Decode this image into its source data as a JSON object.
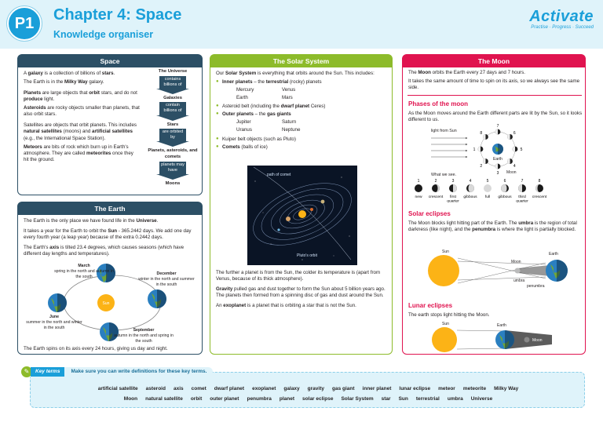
{
  "header": {
    "badge": "P1",
    "title": "Chapter 4: Space",
    "subtitle": "Knowledge organiser",
    "brand": "Activate",
    "brand_tagline": "Practise · Progress · Succeed"
  },
  "space": {
    "title": "Space",
    "paragraphs": [
      {
        "parts": [
          [
            "A ",
            false
          ],
          [
            "galaxy",
            true
          ],
          [
            " is a collection of billions of ",
            false
          ],
          [
            "stars",
            true
          ],
          [
            ".",
            false
          ]
        ]
      },
      {
        "parts": [
          [
            "The Earth is in the ",
            false
          ],
          [
            "Milky Way",
            true
          ],
          [
            " galaxy.",
            false
          ]
        ]
      },
      {
        "parts": [
          [
            "Planets",
            true
          ],
          [
            " are large objects that ",
            false
          ],
          [
            "orbit",
            true
          ],
          [
            " stars, and do not ",
            false
          ],
          [
            "produce",
            true
          ],
          [
            " light.",
            false
          ]
        ]
      },
      {
        "parts": [
          [
            "Asteroids",
            true
          ],
          [
            " are rocky objects smaller than planets, that also orbit stars.",
            false
          ]
        ]
      },
      {
        "parts": [
          [
            "Satellites are objects that orbit planets. This includes ",
            false
          ],
          [
            "natural satellites",
            true
          ],
          [
            " (moons) and ",
            false
          ],
          [
            "artificial satellites",
            true
          ],
          [
            " (e.g., the International Space Station).",
            false
          ]
        ]
      },
      {
        "parts": [
          [
            "Meteors",
            true
          ],
          [
            " are bits of rock which burn up in Earth's atmosphere. They are called ",
            false
          ],
          [
            "meteorites",
            true
          ],
          [
            " once they hit the ground.",
            false
          ]
        ]
      }
    ],
    "flow": {
      "levels": [
        "The Universe",
        "Galaxies",
        "Stars",
        "Planets, asteroids, and comets",
        "Moons"
      ],
      "arrows": [
        "contains billions of",
        "contain billions of",
        "are orbited by",
        "planets may have"
      ]
    }
  },
  "earth": {
    "title": "The Earth",
    "p1": [
      [
        "The Earth is the only place we have found life in the ",
        false
      ],
      [
        "Universe",
        true
      ],
      [
        ".",
        false
      ]
    ],
    "p2": [
      [
        "It takes a year for the Earth to orbit the ",
        false
      ],
      [
        "Sun",
        true
      ],
      [
        " - 365.2442 days. We add one day every fourth year (a leap year) because of the extra 0.2442 days.",
        false
      ]
    ],
    "p3": [
      [
        "The Earth's ",
        false
      ],
      [
        "axis",
        true
      ],
      [
        " is tilted 23.4 degrees, which causes seasons (which have different day lengths and temperatures).",
        false
      ]
    ],
    "diagram": {
      "sun": "Sun",
      "march_title": "March",
      "march_text": "spring in the north and autumn in the south",
      "december_title": "December",
      "december_text": "winter in the north and summer in the south",
      "june_title": "June",
      "june_text": "summer in the north and winter in the south",
      "september_title": "September",
      "september_text": "autumn in the north and spring in the south"
    },
    "footer": "The Earth spins on its axis every 24 hours, giving us day and night."
  },
  "solar": {
    "title": "The Solar System",
    "intro": [
      [
        "Our ",
        false
      ],
      [
        "Solar System",
        true
      ],
      [
        " is everything that orbits around the Sun. This includes:",
        false
      ]
    ],
    "inner_label": [
      [
        "Inner planets",
        true
      ],
      [
        " – the ",
        false
      ],
      [
        "terrestrial",
        true
      ],
      [
        " (rocky) planets",
        false
      ]
    ],
    "inner_planets": [
      "Mercury",
      "Venus",
      "Earth",
      "Mars"
    ],
    "asteroid": [
      [
        "Asteroid belt (including the ",
        false
      ],
      [
        "dwarf planet",
        true
      ],
      [
        " Ceres)",
        false
      ]
    ],
    "outer_label": [
      [
        "Outer planets",
        true
      ],
      [
        " – the ",
        false
      ],
      [
        "gas giants",
        true
      ]
    ],
    "outer_planets": [
      "Jupiter",
      "Saturn",
      "Uranus",
      "Neptune"
    ],
    "kuiper": [
      [
        "Kuiper belt objects (such as Pluto)",
        false
      ]
    ],
    "comets": [
      [
        "Comets",
        true
      ],
      [
        " (balls of ice)",
        false
      ]
    ],
    "image_labels": {
      "comet": "path of comet",
      "pluto": "Pluto's orbit"
    },
    "p_far": "The further a planet is from the Sun, the colder its temperature is (apart from Venus, because of its thick atmosphere).",
    "p_gravity": [
      [
        "Gravity",
        true
      ],
      [
        " pulled gas and dust together to form the Sun about 5 billion years ago. The planets then formed from a spinning disc of gas and dust around the Sun.",
        false
      ]
    ],
    "p_exo": [
      [
        "An ",
        false
      ],
      [
        "exoplanet",
        true
      ],
      [
        " is a planet that is orbiting a star that is not the Sun.",
        false
      ]
    ]
  },
  "moon": {
    "title": "The Moon",
    "p1": [
      [
        "The ",
        false
      ],
      [
        "Moon",
        true
      ],
      [
        " orbits the Earth every 27 days and 7 hours.",
        false
      ]
    ],
    "p2": "It takes the same amount of time to spin on its axis, so we always see the same side.",
    "phases_title": "Phases of the moon",
    "phases_text": "As the Moon moves around the Earth different parts are lit by the Sun, so it looks different to us.",
    "phases_diagram": {
      "light": "light from Sun",
      "earth": "Earth",
      "moon": "Moon",
      "what_we_see": "What we see.",
      "numbers": [
        "1",
        "2",
        "3",
        "4",
        "5",
        "6",
        "7",
        "8"
      ],
      "phase_names": [
        "new",
        "crescent",
        "first quarter",
        "gibbous",
        "full",
        "gibbous",
        "third quarter",
        "crescent"
      ]
    },
    "solar_title": "Solar eclipses",
    "solar_text": [
      [
        "The Moon blocks light hitting part of the Earth. The ",
        false
      ],
      [
        "umbra",
        true
      ],
      [
        " is the region of total darkness (like night), and the ",
        false
      ],
      [
        "penumbra",
        true
      ],
      [
        " is where the light is partially blocked.",
        false
      ]
    ],
    "solar_labels": {
      "sun": "Sun",
      "earth": "Earth",
      "moon": "Moon",
      "umbra": "umbra",
      "penumbra": "penumbra"
    },
    "lunar_title": "Lunar eclipses",
    "lunar_text": "The earth stops light hitting the Moon.",
    "lunar_labels": {
      "sun": "Sun",
      "earth": "Earth",
      "moon": "Moon"
    }
  },
  "key_terms": {
    "label": "Key terms",
    "instruction": "Make sure you can write definitions for these key terms.",
    "row1": [
      "artificial satellite",
      "asteroid",
      "axis",
      "comet",
      "dwarf planet",
      "exoplanet",
      "galaxy",
      "gravity",
      "gas giant",
      "inner planet",
      "lunar eclipse",
      "meteor",
      "meteorite",
      "Milky Way"
    ],
    "row2": [
      "Moon",
      "natural satellite",
      "orbit",
      "outer planet",
      "penumbra",
      "planet",
      "solar eclipse",
      "Solar System",
      "star",
      "Sun",
      "terrestrial",
      "umbra",
      "Universe"
    ]
  },
  "colors": {
    "blue": "#1a9fd9",
    "navy": "#2c4f65",
    "green": "#8dbb2a",
    "pink": "#e0134f"
  }
}
